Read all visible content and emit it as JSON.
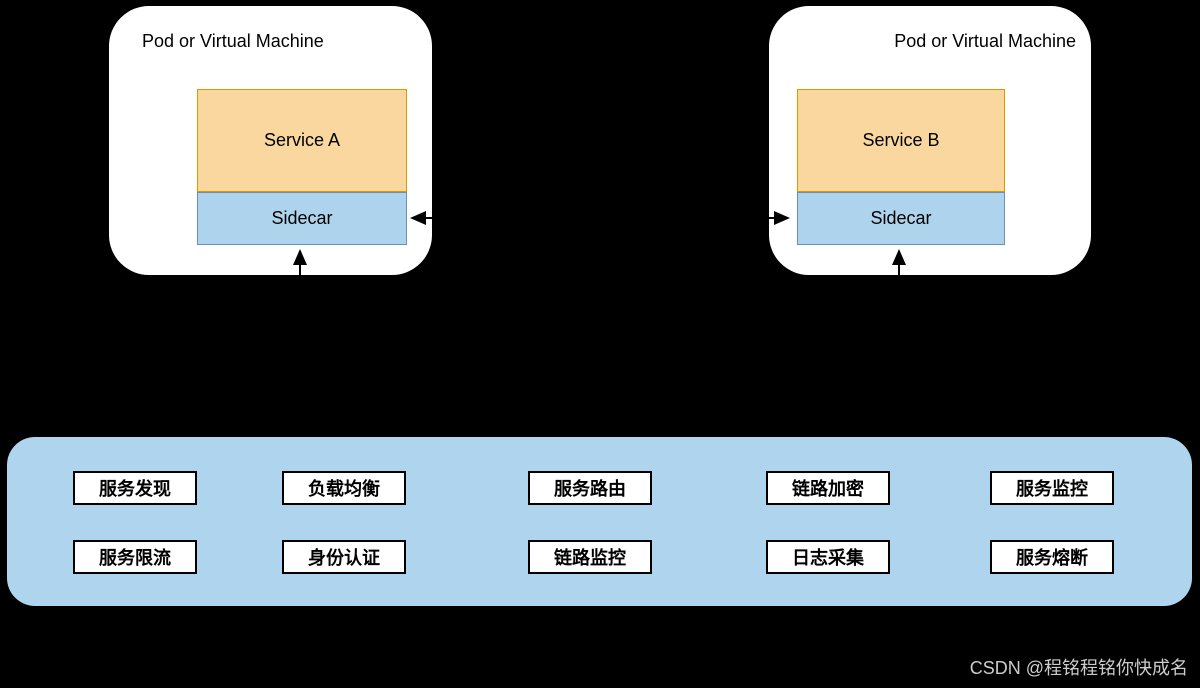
{
  "colors": {
    "background": "#000000",
    "pod_fill": "#ffffff",
    "pod_stroke": "#000000",
    "service_fill": "#fad79e",
    "service_stroke": "#d79b00",
    "sidecar_fill": "#aed4ed",
    "sidecar_stroke": "#6c8ebf",
    "panel_fill": "#aed4ee",
    "feature_fill": "#ffffff",
    "feature_stroke": "#000000",
    "arrow_color": "#000000",
    "watermark_color": "#cccccc"
  },
  "pods": [
    {
      "title": "Pod or Virtual Machine",
      "service": "Service A",
      "sidecar": "Sidecar"
    },
    {
      "title": "Pod or Virtual Machine",
      "service": "Service B",
      "sidecar": "Sidecar"
    }
  ],
  "panel": {
    "rows": [
      [
        "服务发现",
        "负载均衡",
        "服务路由",
        "链路加密",
        "服务监控"
      ],
      [
        "服务限流",
        "身份认证",
        "链路监控",
        "日志采集",
        "服务熔断"
      ]
    ]
  },
  "watermark": "CSDN @程铭程铭你快成名"
}
